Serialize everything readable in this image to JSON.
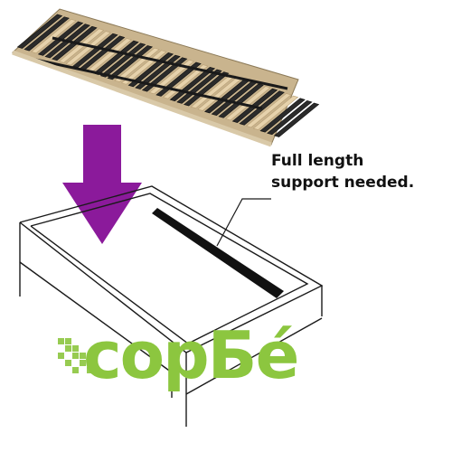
{
  "annotation": {
    "line1": "Full length",
    "line2": "support needed."
  },
  "logo": {
    "wordmark": "сорБé",
    "color": "#8cc63f"
  },
  "illustration": {
    "top_item": "slatted bed base with alternating light wood and dark slats",
    "arrow_color": "#8b1a9b",
    "bed_frame": "open box bed frame with a full length center support beam"
  },
  "icons": {
    "arrow": "down-arrow-icon",
    "logo_mark": "pixel-squares-icon"
  }
}
